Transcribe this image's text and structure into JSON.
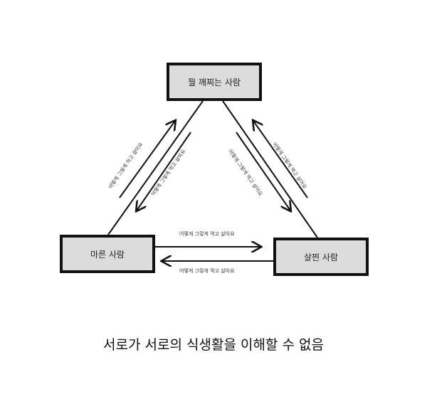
{
  "nodes": {
    "top": "뭘 깨찌는 사람",
    "left": "마른 사람",
    "right": "살찐 사람"
  },
  "edges": {
    "left_up": "어떻게 그렇게 먹고 살아요",
    "left_down": "어떻게 그렇게 먹고 살아요",
    "right_down": "어떻게 그렇게 먹고 살아요",
    "right_up": "어떻게 그렇게 먹고 살아요",
    "bottom_right": "어떻게 그렇게 먹고 살아요",
    "bottom_left": "어떻게 그렇게 먹고 살아요"
  },
  "caption": "서로가 서로의 식생활을 이해할 수 없음"
}
